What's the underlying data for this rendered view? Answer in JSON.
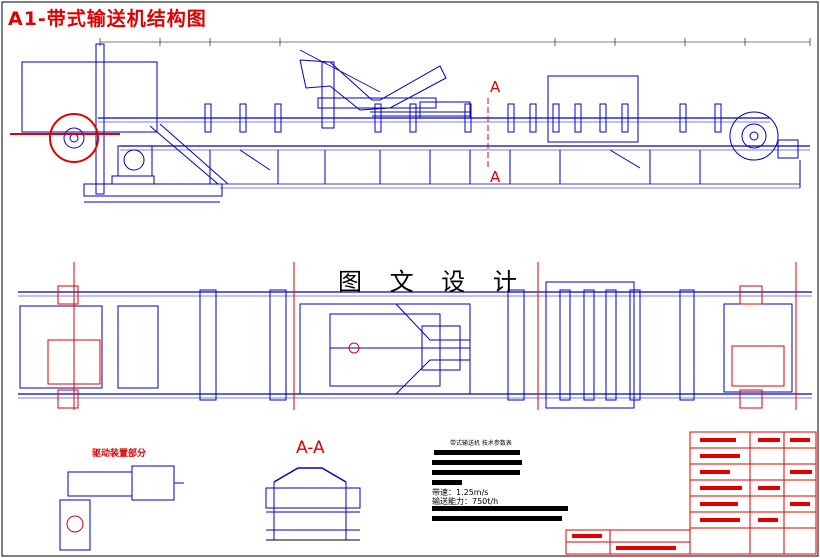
{
  "title": "A1-带式输送机结构图",
  "watermark": "图 文 设 计",
  "section_label": "A",
  "section_view_label": "A-A",
  "drive_view_label": "驱动装置部分",
  "specs": {
    "heading": "带式输送机 技术参数表",
    "speed_label": "带速：1.25m/s",
    "capacity_label": "输送能力：750t/h"
  },
  "colors": {
    "primary_line": "#0000c8",
    "accent_red": "#e00000",
    "ink": "#000000"
  }
}
